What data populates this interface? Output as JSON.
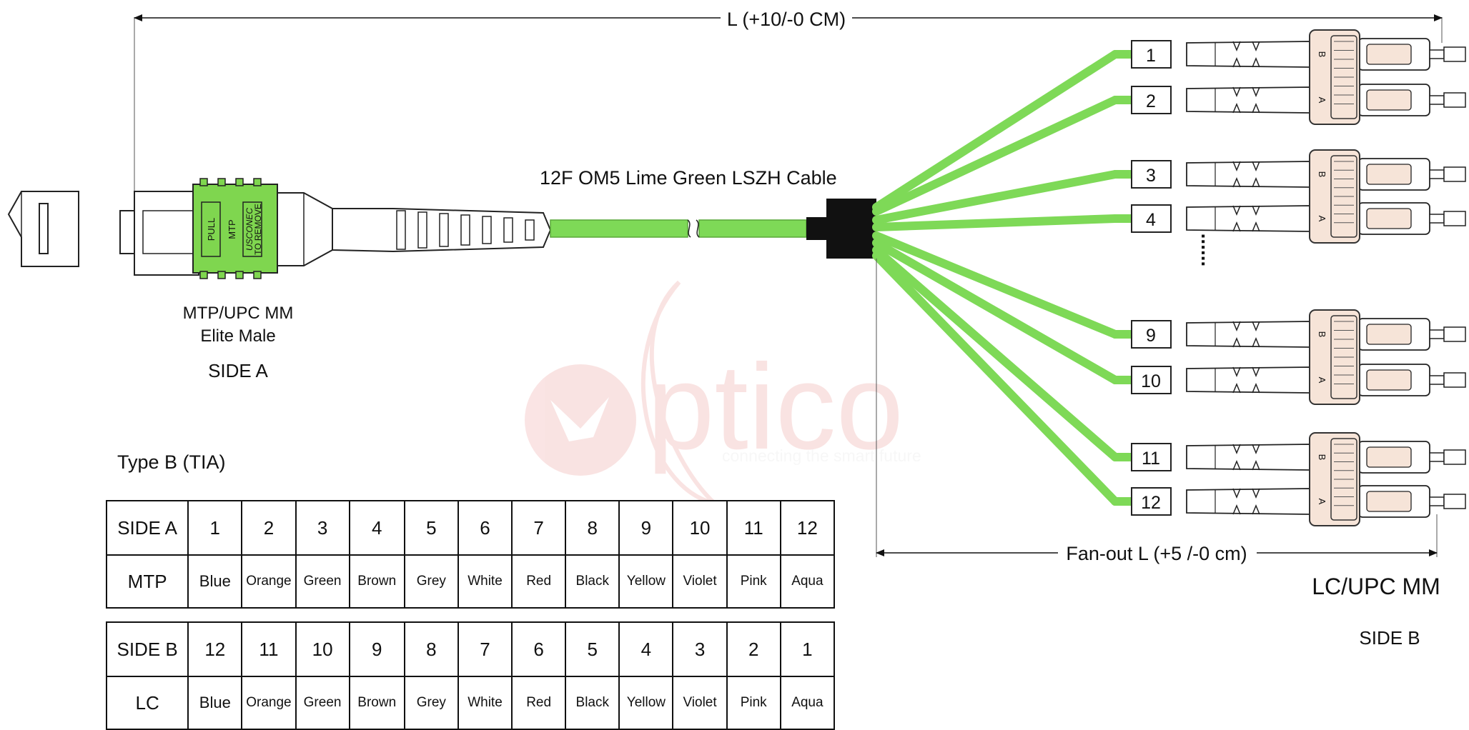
{
  "labels": {
    "overall_length": "L (+10/-0 CM)",
    "cable": "12F OM5 Lime Green  LSZH Cable",
    "side_a_connector_line1": "MTP/UPC MM",
    "side_a_connector_line2": "Elite Male",
    "side_a": "SIDE A",
    "fanout_length": "Fan-out L (+5 /-0 cm)",
    "side_b_connector": "LC/UPC MM",
    "side_b": "SIDE B",
    "type": "Type B (TIA)",
    "ellipsis": "......"
  },
  "mtp_marks": {
    "pull": "PULL",
    "mtp": "MTP",
    "brand": "USCONEC",
    "remove": "TO REMOVE"
  },
  "duplex_marks": {
    "b": "B",
    "a": "A"
  },
  "watermark": {
    "brand": "ptico",
    "tagline": "connecting the smart future"
  },
  "fibers": [
    "1",
    "2",
    "3",
    "4",
    "9",
    "10",
    "11",
    "12"
  ],
  "table_a": {
    "row1_head": "SIDE A",
    "row2_head": "MTP",
    "numbers": [
      "1",
      "2",
      "3",
      "4",
      "5",
      "6",
      "7",
      "8",
      "9",
      "10",
      "11",
      "12"
    ],
    "colors": [
      "Blue",
      "Orange",
      "Green",
      "Brown",
      "Grey",
      "White",
      "Red",
      "Black",
      "Yellow",
      "Violet",
      "Pink",
      "Aqua"
    ]
  },
  "table_b": {
    "row1_head": "SIDE B",
    "row2_head": "LC",
    "numbers": [
      "12",
      "11",
      "10",
      "9",
      "8",
      "7",
      "6",
      "5",
      "4",
      "3",
      "2",
      "1"
    ],
    "colors": [
      "Blue",
      "Orange",
      "Green",
      "Brown",
      "Grey",
      "White",
      "Red",
      "Black",
      "Yellow",
      "Violet",
      "Pink",
      "Aqua"
    ]
  },
  "colors": {
    "cable": "#7ed957",
    "mtp_body": "#7fd64f",
    "lc_clip": "#f6e4d8",
    "lc_clip_stroke": "#333333",
    "watermark": "#d9302b"
  }
}
